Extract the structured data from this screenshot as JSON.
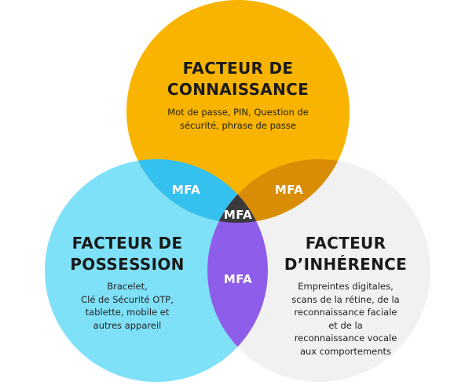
{
  "circles": [
    {
      "id": "knowledge",
      "color": "#F8B400",
      "title": "FACTEUR DE\nCONNAISSANCE",
      "description": "Mot de passe, PIN, Question de\nsécurité, phrase de passe"
    },
    {
      "id": "possession",
      "color": "#7FE1F8",
      "title": "FACTEUR DE\nPOSSESSION",
      "description": "Bracelet,\nClé de Sécurité OTP,\ntablette, mobile et\nautres appareil"
    },
    {
      "id": "inherence",
      "color": "#F1F1F1",
      "title": "FACTEUR\nD’INHÉRENCE",
      "description": "Empreintes digitales,\nscans de la rétine, de la\nreconnaissance faciale\net de la\nreconnaissance vocale\naux comportements"
    }
  ],
  "overlaps": {
    "knowledge_possession": {
      "color": "#35C1F0",
      "label": "MFA"
    },
    "knowledge_inherence": {
      "color": "#D98D07",
      "label": "MFA"
    },
    "possession_inherence": {
      "color": "#8E5DEA",
      "label": "MFA"
    },
    "center": {
      "color": "#3A3A3A",
      "label": "MFA"
    }
  }
}
